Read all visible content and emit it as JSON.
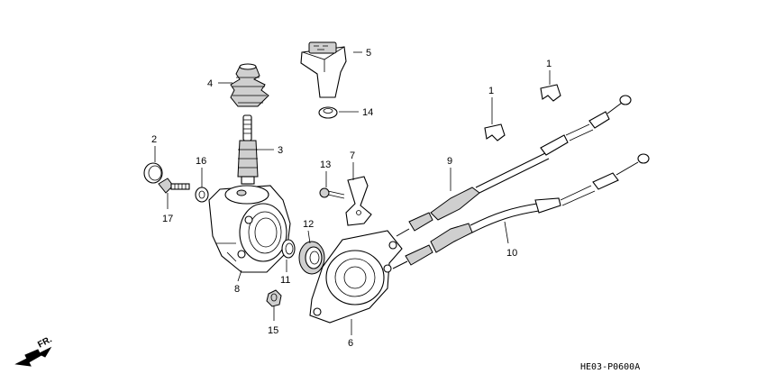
{
  "diagram": {
    "callouts": {
      "p1a": "1",
      "p1b": "1",
      "p2": "2",
      "p3": "3",
      "p4": "4",
      "p5": "5",
      "p6": "6",
      "p7": "7",
      "p8": "8",
      "p9": "9",
      "p10": "10",
      "p11": "11",
      "p12": "12",
      "p13": "13",
      "p14": "14",
      "p15": "15",
      "p16": "16",
      "p17": "17"
    },
    "direction_label": "FR.",
    "diagram_code": "HE03-P0600A"
  }
}
